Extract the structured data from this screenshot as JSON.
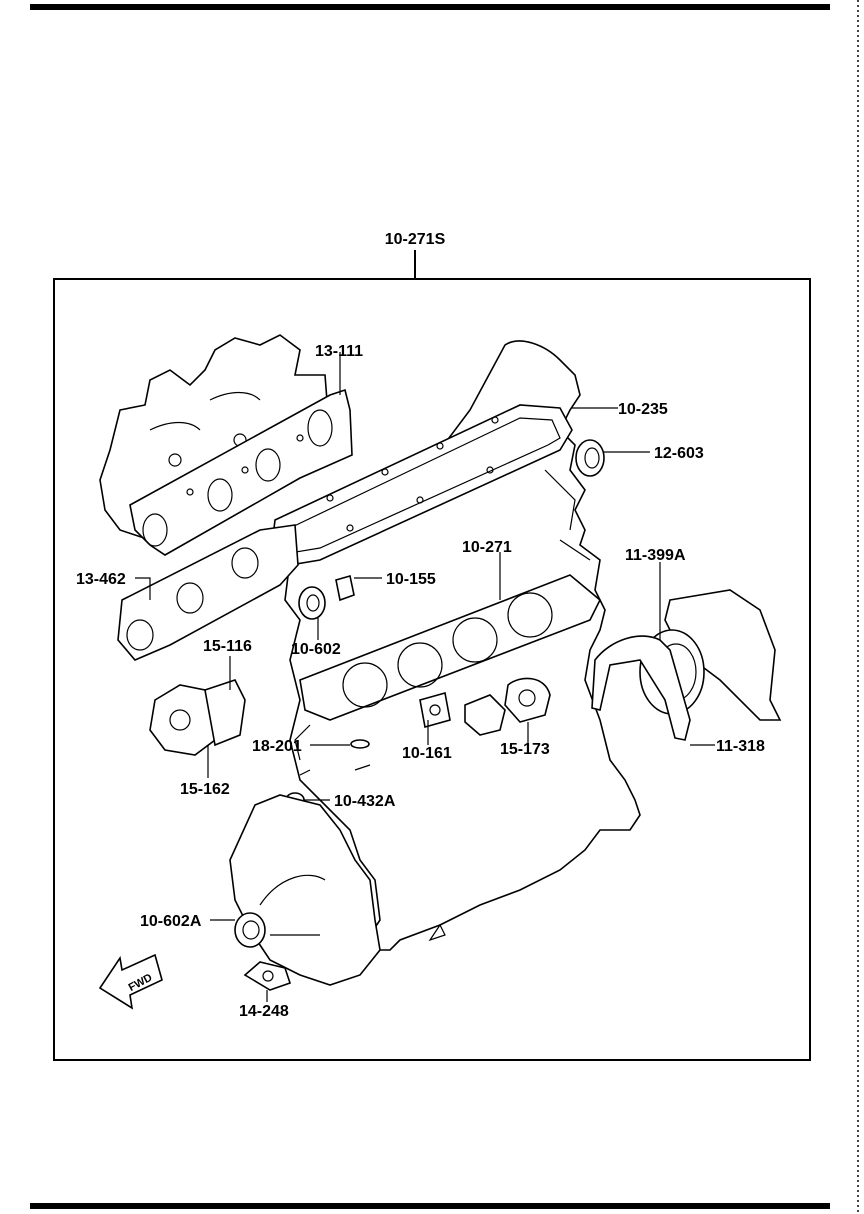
{
  "diagram": {
    "kit_label": "10-271S",
    "fwd_label": "FWD",
    "callouts": [
      {
        "id": "13-111",
        "text": "13-111"
      },
      {
        "id": "10-235",
        "text": "10-235"
      },
      {
        "id": "12-603",
        "text": "12-603"
      },
      {
        "id": "10-271",
        "text": "10-271"
      },
      {
        "id": "11-399A",
        "text": "11-399A"
      },
      {
        "id": "13-462",
        "text": "13-462"
      },
      {
        "id": "10-155",
        "text": "10-155"
      },
      {
        "id": "10-602",
        "text": "10-602"
      },
      {
        "id": "15-116",
        "text": "15-116"
      },
      {
        "id": "18-201",
        "text": "18-201"
      },
      {
        "id": "10-161",
        "text": "10-161"
      },
      {
        "id": "15-173",
        "text": "15-173"
      },
      {
        "id": "11-318",
        "text": "11-318"
      },
      {
        "id": "15-162",
        "text": "15-162"
      },
      {
        "id": "10-432A",
        "text": "10-432A"
      },
      {
        "id": "10-602A",
        "text": "10-602A"
      },
      {
        "id": "14-248",
        "text": "14-248"
      }
    ]
  },
  "colors": {
    "ink": "#000000",
    "paper": "#ffffff"
  }
}
